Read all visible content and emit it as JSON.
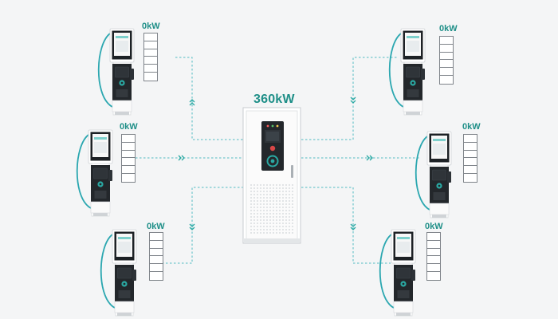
{
  "main_unit": {
    "power_label": "360kW"
  },
  "dispensers": [
    {
      "id": "top-left",
      "power_label": "0kW",
      "level_segments": 6,
      "filled_segments": 0
    },
    {
      "id": "middle-left",
      "power_label": "0kW",
      "level_segments": 6,
      "filled_segments": 0
    },
    {
      "id": "bottom-left",
      "power_label": "0kW",
      "level_segments": 6,
      "filled_segments": 0
    },
    {
      "id": "top-right",
      "power_label": "0kW",
      "level_segments": 6,
      "filled_segments": 0
    },
    {
      "id": "middle-right",
      "power_label": "0kW",
      "level_segments": 6,
      "filled_segments": 0
    },
    {
      "id": "bottom-right",
      "power_label": "0kW",
      "level_segments": 6,
      "filled_segments": 0
    }
  ],
  "colors": {
    "accent": "#2aa9a3",
    "cable": "#2ba7b0",
    "background": "#f4f5f6",
    "label": "#1f8f88"
  }
}
